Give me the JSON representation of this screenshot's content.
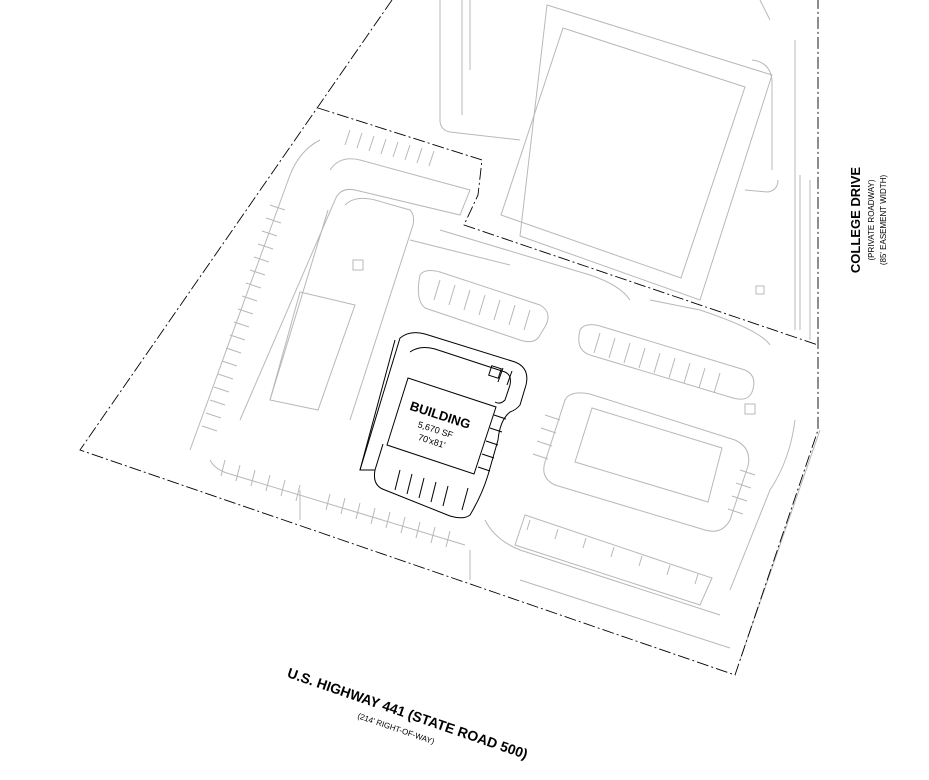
{
  "roads": {
    "highway": {
      "name": "U.S. HIGHWAY 441 (STATE ROAD 500)",
      "note": "(214' RIGHT-OF-WAY)"
    },
    "college": {
      "name": "COLLEGE DRIVE",
      "note1": "(PRIVATE ROADWAY)",
      "note2": "(85' EASEMENT WIDTH)"
    }
  },
  "building": {
    "label": "BUILDING",
    "area": "5,670 SF",
    "dims": "70'x81'"
  },
  "colors": {
    "linework": "#b8b8b8",
    "building": "#000000",
    "property_line": "#000000"
  }
}
